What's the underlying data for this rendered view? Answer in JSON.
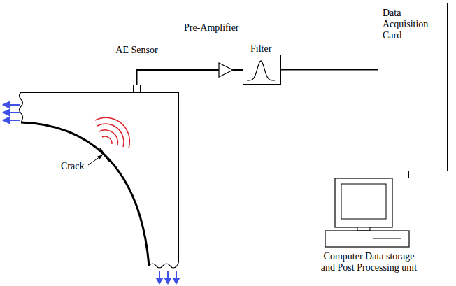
{
  "diagram": {
    "nodes": [
      {
        "text": [
          "AE Sensor"
        ]
      },
      {
        "text": [
          "Pre-Amplifier"
        ]
      },
      {
        "text": [
          "Filter"
        ]
      },
      {
        "text": [
          "Data Acquisition Card"
        ]
      },
      {
        "text": [
          "Computer Data storage and Post Processing unit"
        ]
      }
    ],
    "edges": [
      {
        "from": 0,
        "to": 1,
        "arrow": "none"
      },
      {
        "from": 1,
        "to": 2,
        "arrow": "none"
      },
      {
        "from": 2,
        "to": 3,
        "arrow": "none"
      },
      {
        "from": 3,
        "to": 4,
        "arrow": "none"
      }
    ],
    "labels": [
      "Crack"
    ]
  }
}
